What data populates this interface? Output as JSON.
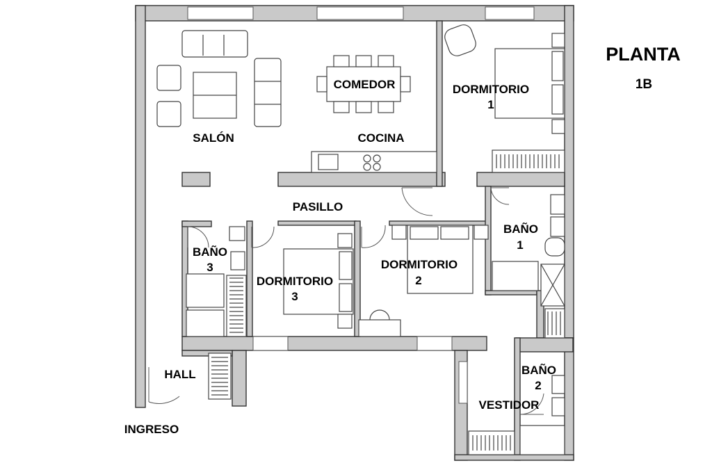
{
  "title": {
    "line1": "PLANTA",
    "line2": "1B"
  },
  "rooms": {
    "salon": "SALÓN",
    "comedor": "COMEDOR",
    "cocina": "COCINA",
    "dormitorio1": {
      "line1": "DORMITORIO",
      "line2": "1"
    },
    "pasillo": "PASILLO",
    "bano1": {
      "line1": "BAÑO",
      "line2": "1"
    },
    "bano3": {
      "line1": "BAÑO",
      "line2": "3"
    },
    "dormitorio3": {
      "line1": "DORMITORIO",
      "line2": "3"
    },
    "dormitorio2": {
      "line1": "DORMITORIO",
      "line2": "2"
    },
    "hall": "HALL",
    "ingreso": "INGRESO",
    "bano2": {
      "line1": "BAÑO",
      "line2": "2"
    },
    "vestidor": "VESTIDOR"
  },
  "colors": {
    "wall": "#c9c9c9",
    "line": "#333333",
    "text": "#000000"
  }
}
